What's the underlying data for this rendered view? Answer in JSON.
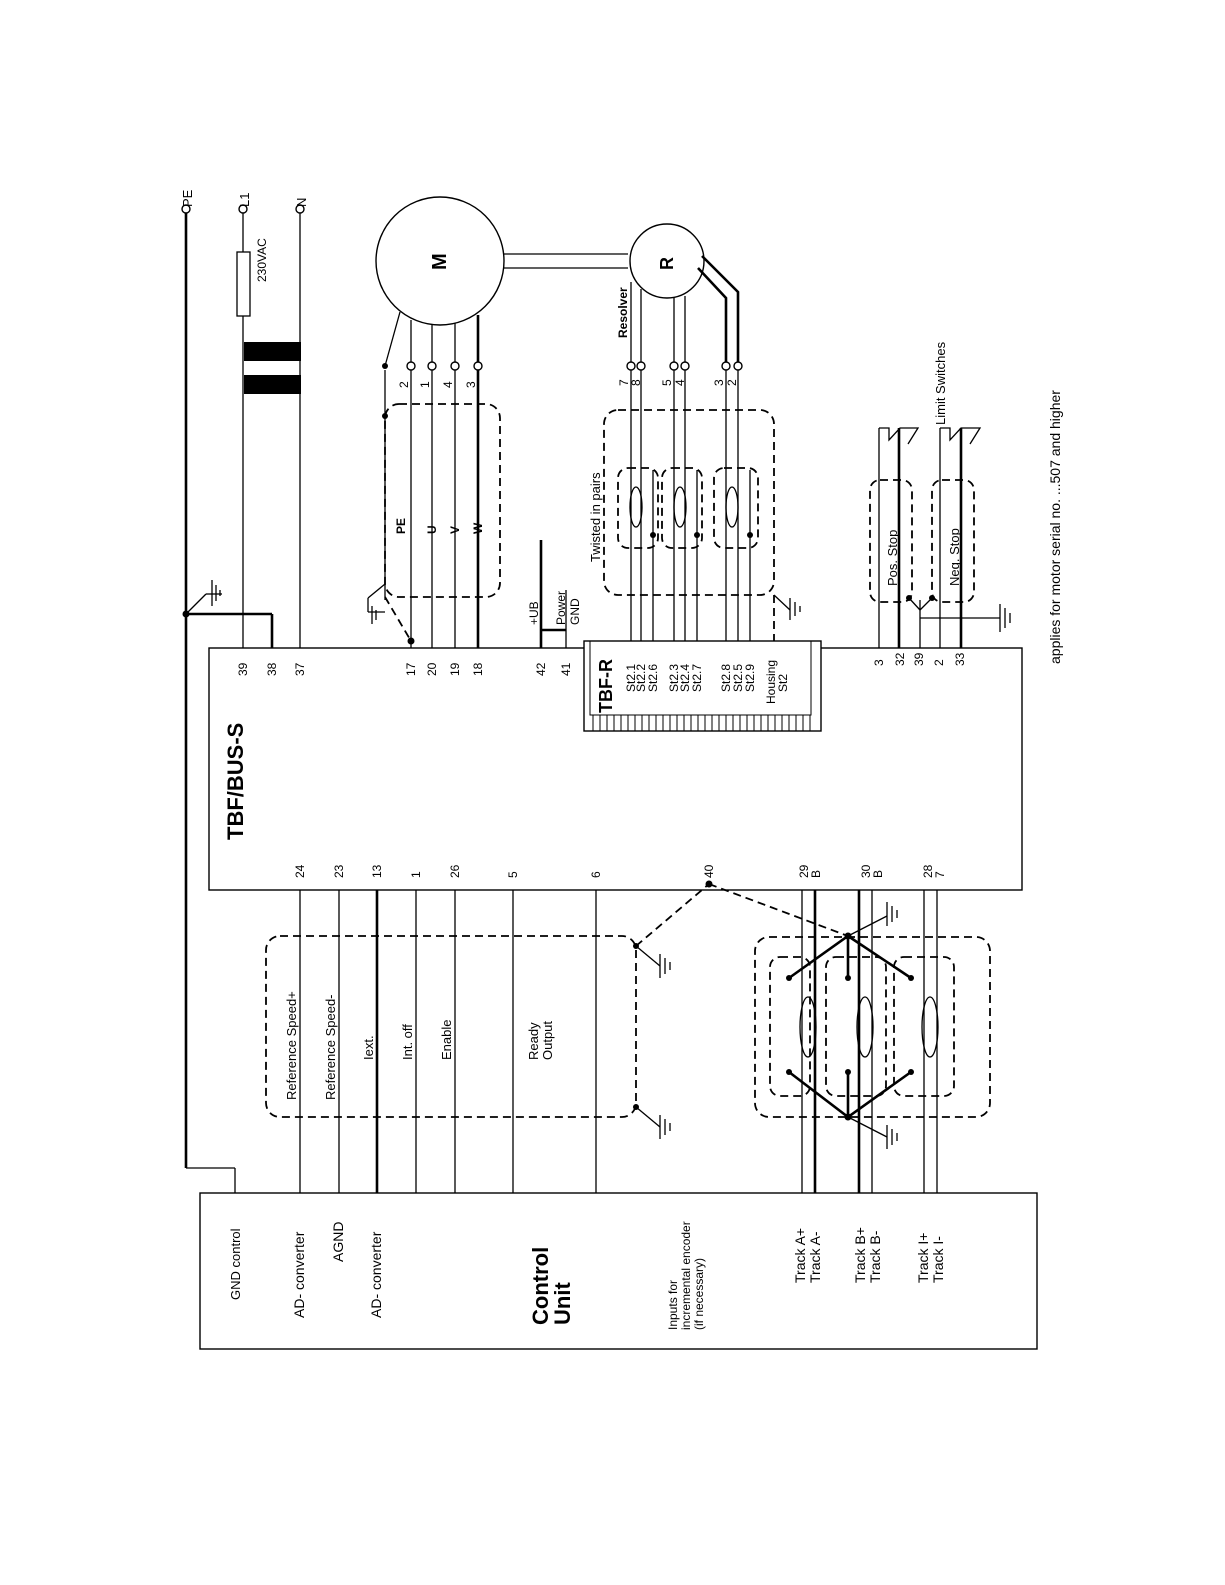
{
  "supply": {
    "pe": "PE",
    "l1": "L1",
    "n": "N",
    "fuse_rating": "230VAC"
  },
  "motor": {
    "label": "M",
    "wires": [
      "2",
      "1",
      "4",
      "3"
    ]
  },
  "resolver": {
    "label": "R",
    "caption": "Resolver",
    "wires": [
      "7",
      "8",
      "5",
      "4",
      "3",
      "2"
    ]
  },
  "phase_labels": [
    "PE",
    "U",
    "V",
    "W"
  ],
  "twisted_pairs_label": "Twisted in pairs",
  "power_supply": {
    "plus": "+UB",
    "power": "Power",
    "gnd": "GND"
  },
  "tbf_bus": {
    "title": "TBF/BUS-S",
    "top_terminals": [
      "39",
      "38",
      "37",
      "17",
      "20",
      "19",
      "18",
      "42",
      "41"
    ],
    "right_terminals": [
      "3",
      "32",
      "39",
      "2",
      "33"
    ],
    "bottom_terminals": [
      "24",
      "23",
      "13",
      "1",
      "26",
      "5",
      "6",
      "40",
      "29\nB",
      "30\nB",
      "28\n7"
    ]
  },
  "tbf_r": {
    "title": "TBF-R",
    "pins": [
      "St2.1",
      "St2.2",
      "St2.6",
      "St2.3",
      "St2.4",
      "St2.7",
      "St2.8",
      "St2.5",
      "St2.9"
    ],
    "housing": "Housing",
    "housing_sub": "St2"
  },
  "limit_switches": {
    "label": "Limit Switches",
    "pos": "Pos. Stop",
    "neg": "Neg. Stop"
  },
  "serial_note": "applies for motor serial no. ...507 and higher",
  "signals": [
    "Reference Speed+",
    "Reference Speed-",
    "Iext.",
    "Int. off",
    "Enable",
    "Ready\nOutput"
  ],
  "control_unit": {
    "title": "Control\nUnit",
    "labels": [
      "GND control",
      "AD- converter",
      "AGND",
      "AD- converter"
    ],
    "incremental": "Inputs for\nincremental encoder\n(if necessary)",
    "tracks": [
      "Track A+",
      "Track A-",
      "Track B+",
      "Track B-",
      "Track I+",
      "Track I-"
    ]
  }
}
